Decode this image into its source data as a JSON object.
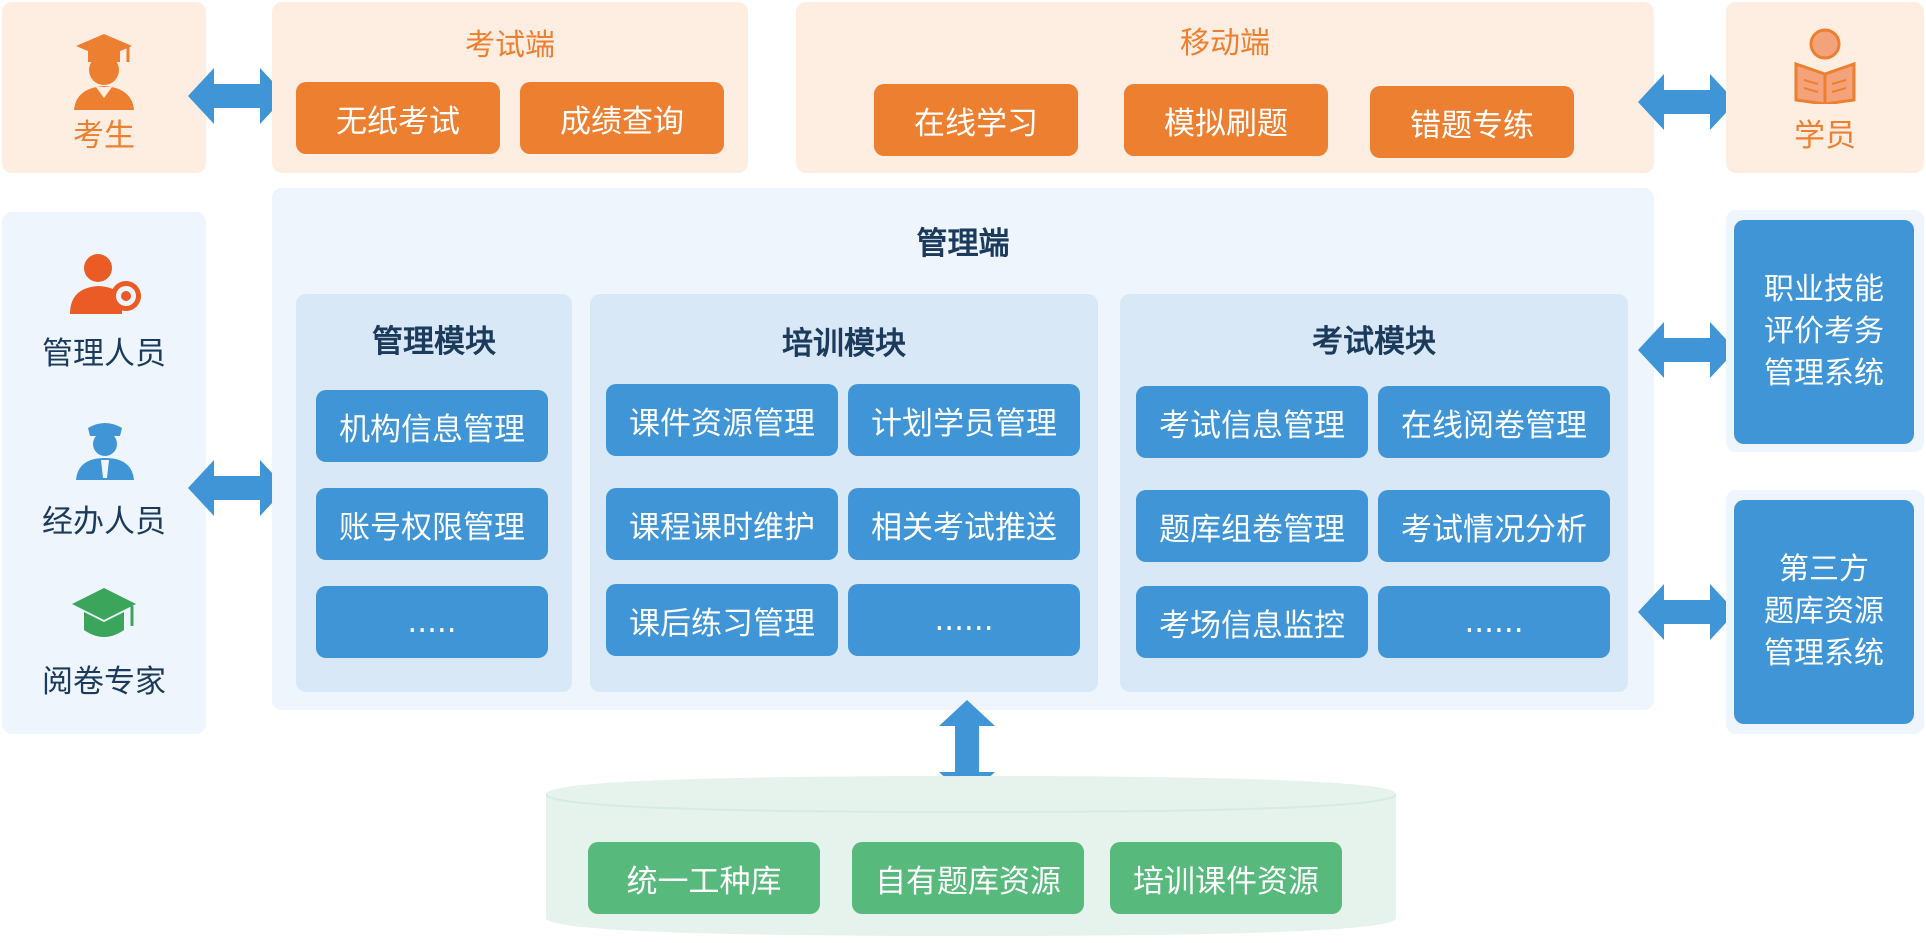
{
  "exam_client": {
    "title": "考试端",
    "buttons": [
      "无纸考试",
      "成绩查询"
    ]
  },
  "mobile_client": {
    "title": "移动端",
    "buttons": [
      "在线学习",
      "模拟刷题",
      "错题专练"
    ]
  },
  "top_left_role": {
    "label": "考生",
    "icon": "graduate-icon"
  },
  "top_right_role": {
    "label": "学员",
    "icon": "reader-icon"
  },
  "left_roles": [
    {
      "label": "管理人员",
      "icon": "admin-gear-icon"
    },
    {
      "label": "经办人员",
      "icon": "officer-icon"
    },
    {
      "label": "阅卷专家",
      "icon": "grad-cap-icon"
    }
  ],
  "admin_client": {
    "title": "管理端",
    "modules": [
      {
        "title": "管理模块",
        "items": [
          "机构信息管理",
          "账号权限管理",
          "....."
        ]
      },
      {
        "title": "培训模块",
        "items": [
          "课件资源管理",
          "计划学员管理",
          "课程课时维护",
          "相关考试推送",
          "课后练习管理",
          "......"
        ]
      },
      {
        "title": "考试模块",
        "items": [
          "考试信息管理",
          "在线阅卷管理",
          "题库组卷管理",
          "考试情况分析",
          "考场信息监控",
          "......"
        ]
      }
    ]
  },
  "right_systems": [
    {
      "lines": [
        "职业技能",
        "评价考务",
        "管理系统"
      ]
    },
    {
      "lines": [
        "第三方",
        "题库资源",
        "管理系统"
      ]
    }
  ],
  "database": {
    "items": [
      "统一工种库",
      "自有题库资源",
      "培训课件资源"
    ]
  },
  "colors": {
    "orange": "#ed7f31",
    "blue": "#3f95d5",
    "green": "#57b97c",
    "dark": "#1b3a5c"
  }
}
